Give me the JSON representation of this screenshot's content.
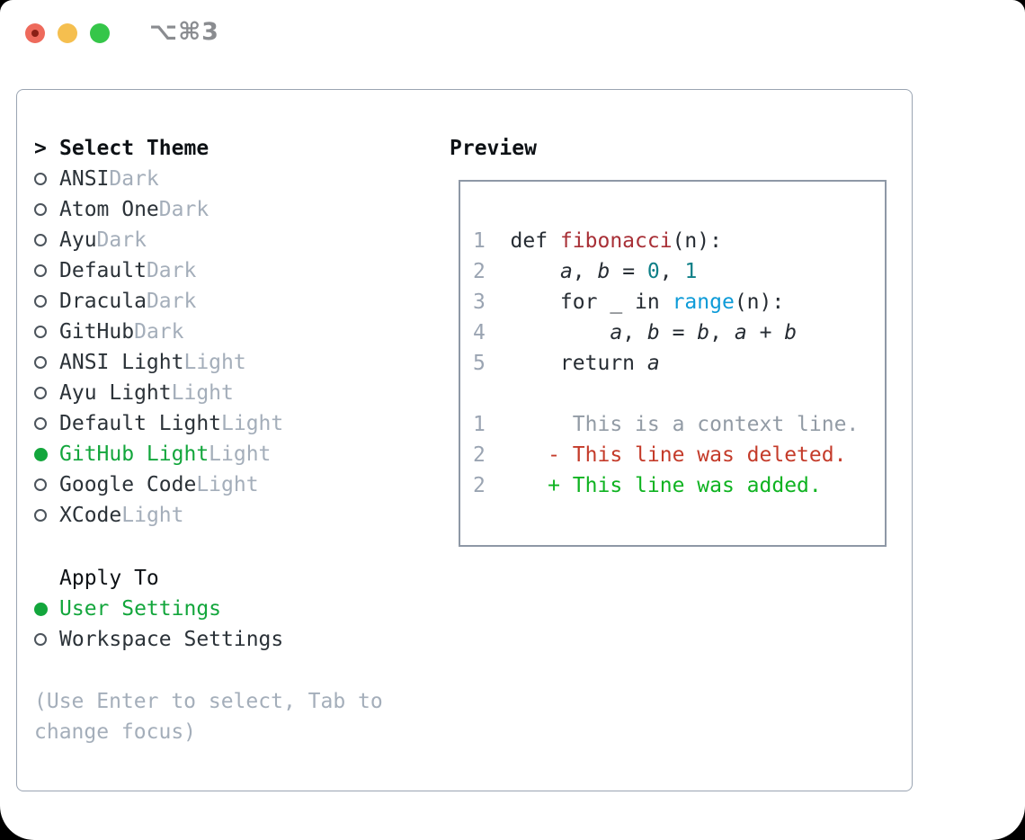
{
  "window": {
    "title": "⌥⌘3"
  },
  "theme_picker": {
    "cursor": ">",
    "header": "Select Theme",
    "items": [
      {
        "label": "ANSI",
        "tag": "Dark",
        "selected": false
      },
      {
        "label": "Atom One",
        "tag": "Dark",
        "selected": false
      },
      {
        "label": "Ayu",
        "tag": "Dark",
        "selected": false
      },
      {
        "label": "Default",
        "tag": "Dark",
        "selected": false
      },
      {
        "label": "Dracula",
        "tag": "Dark",
        "selected": false
      },
      {
        "label": "GitHub",
        "tag": "Dark",
        "selected": false
      },
      {
        "label": "ANSI Light",
        "tag": "Light",
        "selected": false
      },
      {
        "label": "Ayu Light",
        "tag": "Light",
        "selected": false
      },
      {
        "label": "Default Light",
        "tag": "Light",
        "selected": false
      },
      {
        "label": "GitHub Light",
        "tag": "Light",
        "selected": true
      },
      {
        "label": "Google Code",
        "tag": "Light",
        "selected": false
      },
      {
        "label": "XCode",
        "tag": "Light",
        "selected": false
      }
    ]
  },
  "apply_to": {
    "header": "Apply To",
    "items": [
      {
        "label": "User Settings",
        "selected": true
      },
      {
        "label": "Workspace Settings",
        "selected": false
      }
    ]
  },
  "hint": "(Use Enter to select, Tab to change focus)",
  "preview": {
    "header": "Preview",
    "lines": [
      [
        {
          "t": "1  ",
          "c": "num"
        },
        {
          "t": "def ",
          "c": "code"
        },
        {
          "t": "fibonacci",
          "c": "func"
        },
        {
          "t": "(n):",
          "c": "code"
        }
      ],
      [
        {
          "t": "2  ",
          "c": "num"
        },
        {
          "t": "    ",
          "c": "code"
        },
        {
          "t": "a",
          "c": "code",
          "i": true
        },
        {
          "t": ", ",
          "c": "code"
        },
        {
          "t": "b",
          "c": "code",
          "i": true
        },
        {
          "t": " = ",
          "c": "code"
        },
        {
          "t": "0",
          "c": "lit"
        },
        {
          "t": ", ",
          "c": "code"
        },
        {
          "t": "1",
          "c": "lit"
        }
      ],
      [
        {
          "t": "3  ",
          "c": "num"
        },
        {
          "t": "    for _ in ",
          "c": "code"
        },
        {
          "t": "range",
          "c": "blt"
        },
        {
          "t": "(n):",
          "c": "code"
        }
      ],
      [
        {
          "t": "4  ",
          "c": "num"
        },
        {
          "t": "        ",
          "c": "code"
        },
        {
          "t": "a",
          "c": "code",
          "i": true
        },
        {
          "t": ", ",
          "c": "code"
        },
        {
          "t": "b",
          "c": "code",
          "i": true
        },
        {
          "t": " = ",
          "c": "code"
        },
        {
          "t": "b",
          "c": "code",
          "i": true
        },
        {
          "t": ", ",
          "c": "code"
        },
        {
          "t": "a",
          "c": "code",
          "i": true
        },
        {
          "t": " + ",
          "c": "code"
        },
        {
          "t": "b",
          "c": "code",
          "i": true
        }
      ],
      [
        {
          "t": "5  ",
          "c": "num"
        },
        {
          "t": "    return ",
          "c": "code"
        },
        {
          "t": "a",
          "c": "code",
          "i": true
        }
      ],
      [],
      [
        {
          "t": "1",
          "c": "num"
        },
        {
          "t": "       This is a context line.",
          "c": "ctx"
        }
      ],
      [
        {
          "t": "2",
          "c": "num"
        },
        {
          "t": "     - This line was deleted.",
          "c": "del"
        }
      ],
      [
        {
          "t": "2",
          "c": "num"
        },
        {
          "t": "     + This line was added.",
          "c": "add"
        }
      ]
    ]
  },
  "colors": {
    "green_select": "#13a63c",
    "diff_add": "#0fb321",
    "diff_del": "#c43b2a",
    "diff_ctx": "#929ba5",
    "muted": "#a4aeba",
    "text": "#2b3238",
    "header_text": "#0d1115",
    "line_num": "#9aa4b2",
    "code_text": "#262c33",
    "func_red": "#a82f36",
    "literal_teal": "#0e7f87",
    "builtin_blue": "#0d9bd8",
    "panel_border": "#9aa4b2",
    "preview_border": "#8e98a6",
    "ring": "#4c545c",
    "title_gray": "#8a8c90",
    "light_red": "#ee6a5c",
    "light_red_dot": "#8a1f15",
    "light_yellow": "#f5bf4f",
    "light_green": "#35c649"
  }
}
